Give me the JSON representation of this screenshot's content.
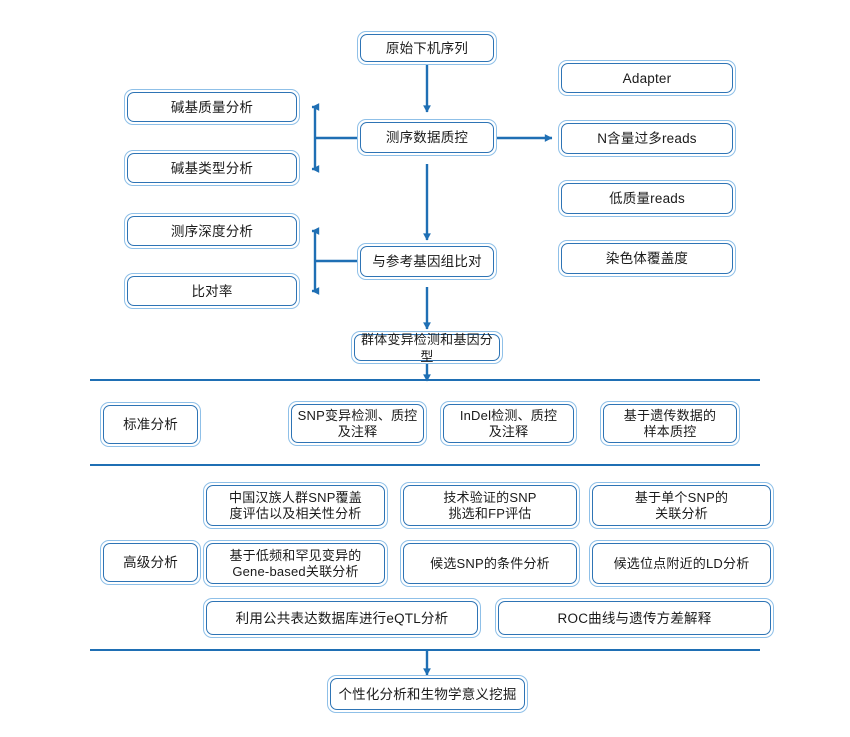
{
  "diagram": {
    "title": "WGS/GWAS analysis pipeline flowchart",
    "accent_color": "#1f6fb4",
    "box_border_outer": "#8fc0e8",
    "box_border_inner": "#2e74b5",
    "background": "#ffffff"
  },
  "nodes": {
    "raw_sequence": "原始下机序列",
    "qc": "测序数据质控",
    "base_quality": "碱基质量分析",
    "base_type": "碱基类型分析",
    "adapter": "Adapter",
    "n_reads": "N含量过多reads",
    "low_quality_reads": "低质量reads",
    "chrom_coverage": "染色体覆盖度",
    "align_ref": "与参考基因组比对",
    "depth": "测序深度分析",
    "align_rate": "比对率",
    "variant_calling": "群体变异检测和基因分型",
    "final": "个性化分析和生物学意义挖掘"
  },
  "sections": {
    "standard": {
      "label": "标准分析",
      "items": [
        "SNP变异检测、质控\n及注释",
        "InDel检测、质控\n及注释",
        "基于遗传数据的\n样本质控"
      ]
    },
    "advanced": {
      "label": "高级分析",
      "row1": [
        "中国汉族人群SNP覆盖\n度评估以及相关性分析",
        "技术验证的SNP\n挑选和FP评估",
        "基于单个SNP的\n关联分析"
      ],
      "row2": [
        "基于低频和罕见变异的\nGene-based关联分析",
        "候选SNP的条件分析",
        "候选位点附近的LD分析"
      ],
      "row3": [
        "利用公共表达数据库进行eQTL分析",
        "ROC曲线与遗传方差解释"
      ]
    }
  },
  "connectors": {
    "arrow_down_to_qc": "arrow-down",
    "arrow_left_to_base_quality": "arrow-left",
    "arrow_left_to_base_type": "arrow-left",
    "arrow_right_to_n_reads": "arrow-right",
    "arrow_down_to_align": "arrow-down",
    "arrow_left_to_depth": "arrow-left",
    "arrow_left_to_align_rate": "arrow-left",
    "arrow_down_to_variant": "arrow-down",
    "arrow_down_to_standard_section": "arrow-down",
    "arrow_down_to_final": "arrow-down"
  }
}
